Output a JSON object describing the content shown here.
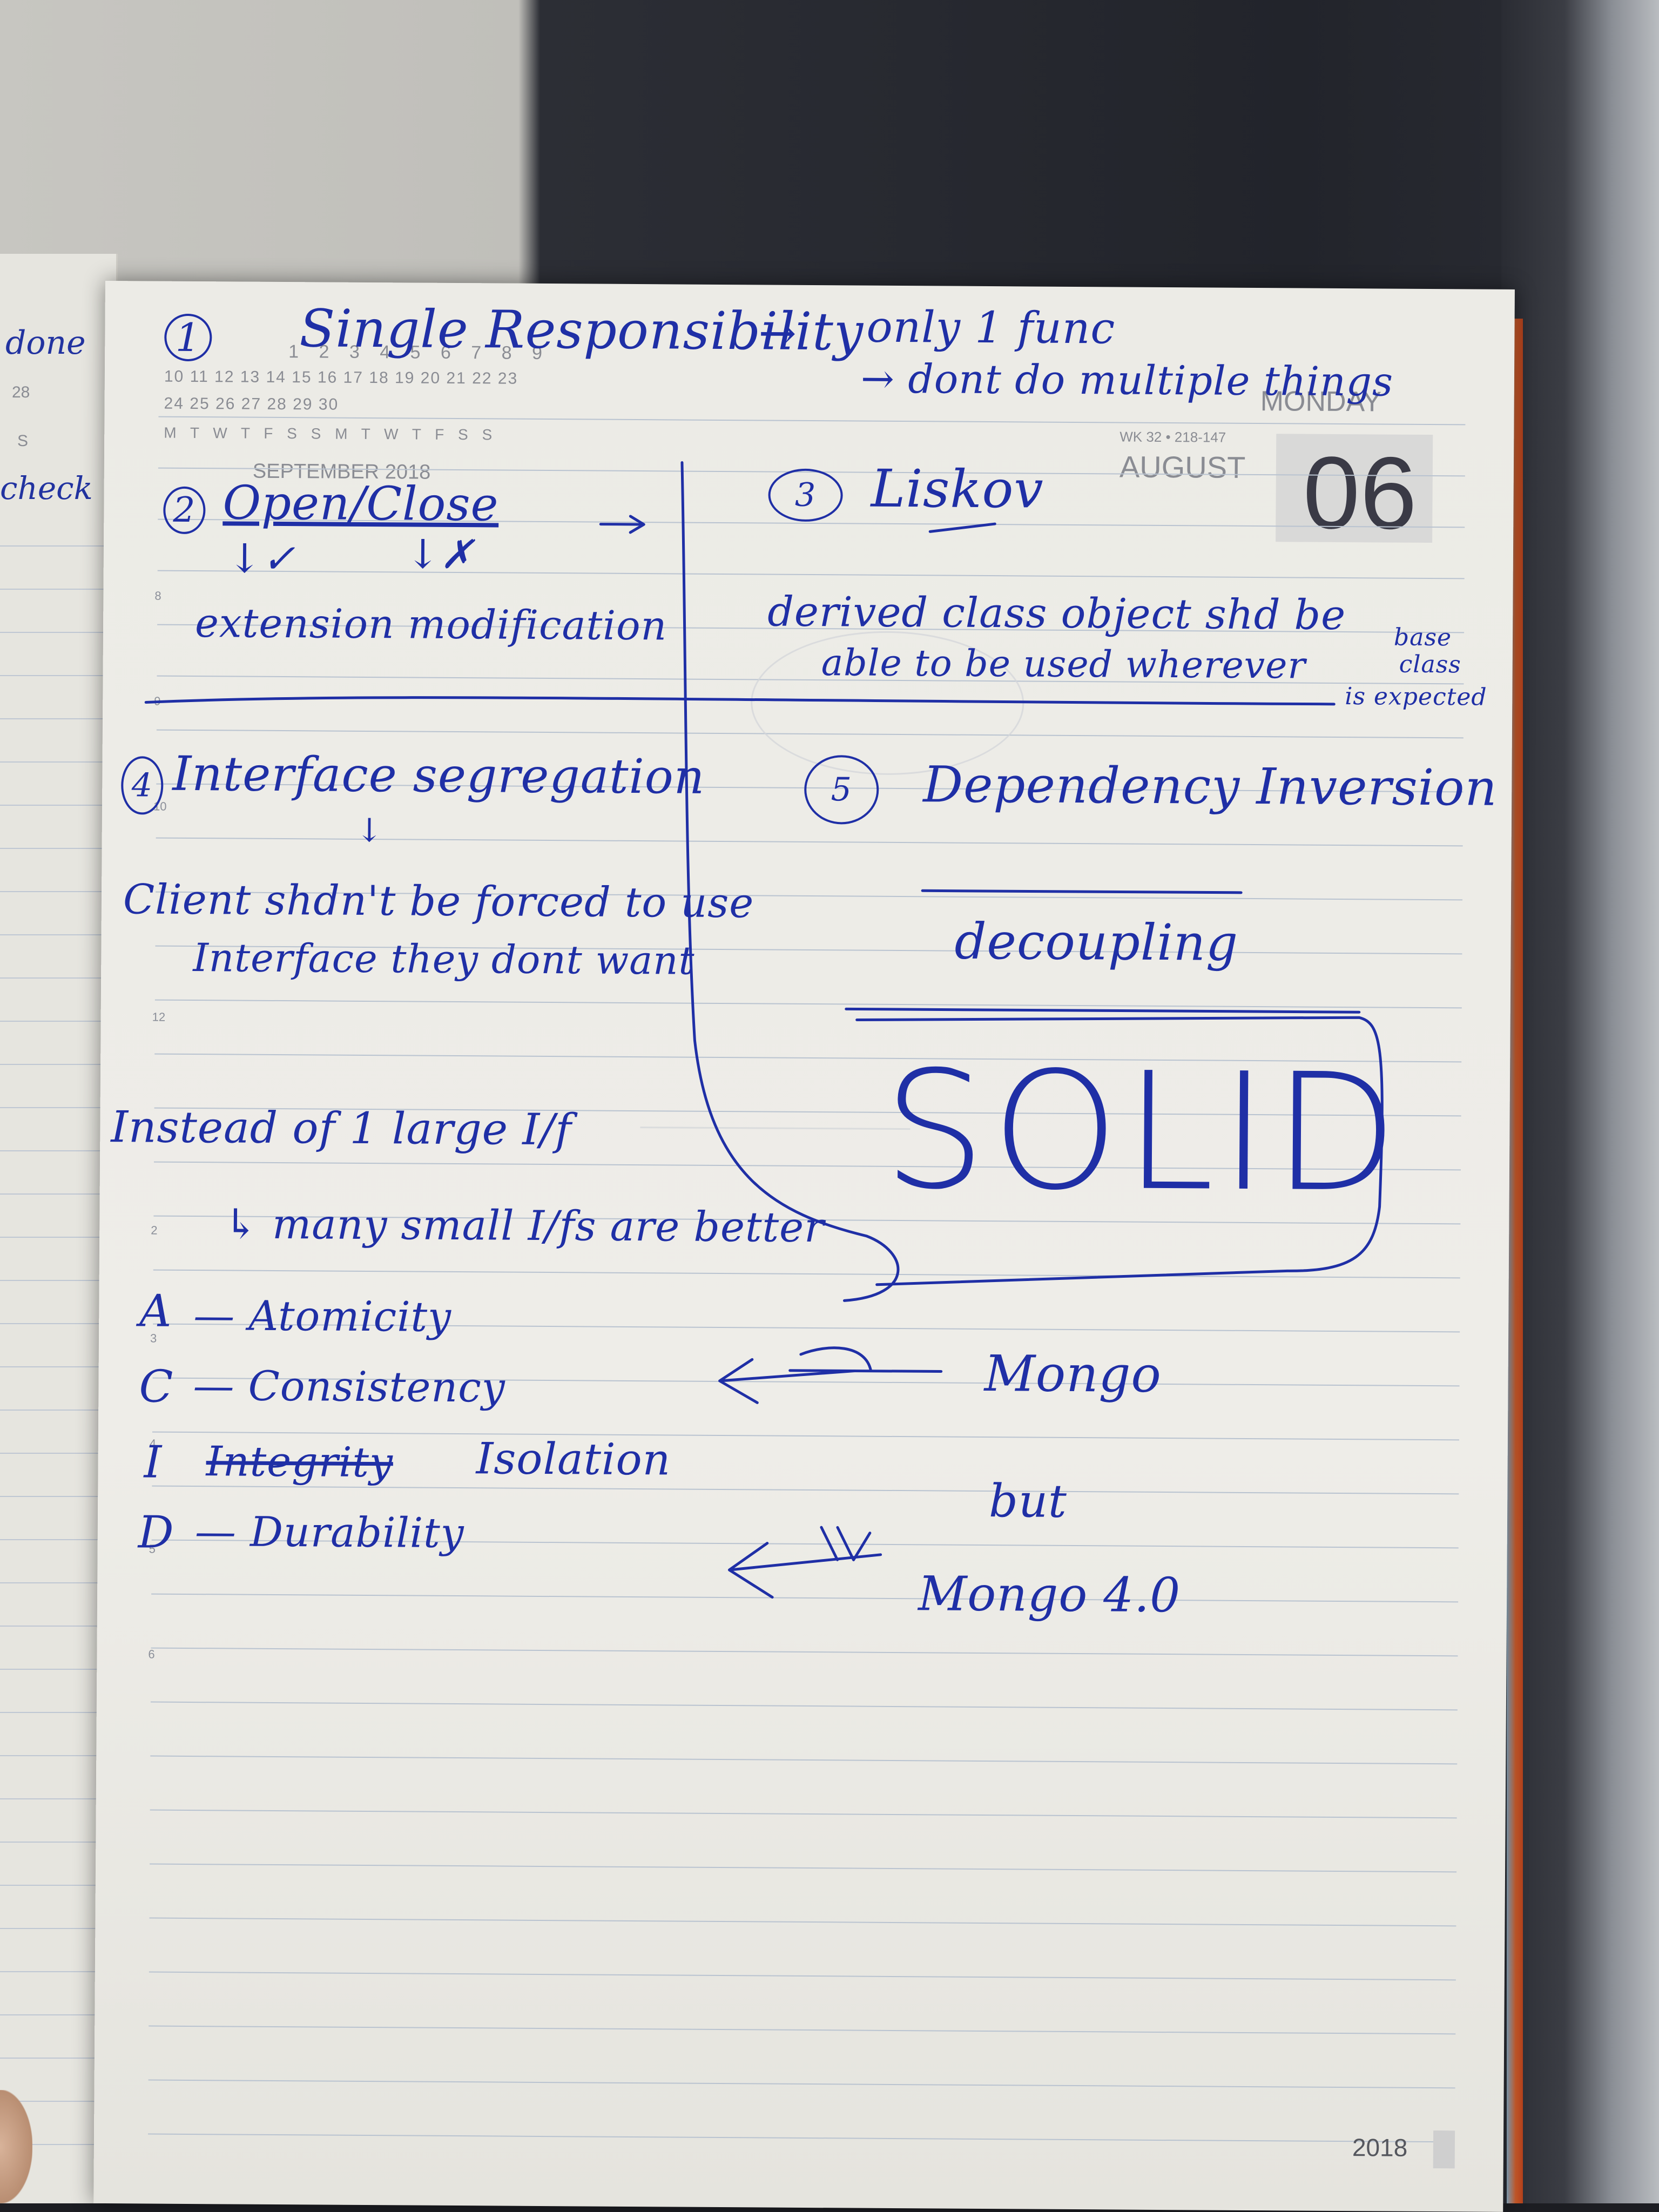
{
  "printed": {
    "calendar_month": "SEPTEMBER 2018",
    "calendar_rows": [
      "1  2  3  4  5  6  7  8  9",
      "10 11 12 13 14 15 16 17 18 19 20 21 22 23",
      "24 25 26 27 28 29 30",
      "M T W T F S S M T W T F S S"
    ],
    "weekday": "MONDAY",
    "week_info": "WK 32 • 218-147",
    "month": "AUGUST",
    "day": "06",
    "year": "2018",
    "hour_marks": [
      "8",
      "9",
      "10",
      "12",
      "2",
      "3",
      "4",
      "5",
      "6"
    ]
  },
  "left_page": {
    "words": [
      "done",
      "28",
      "S",
      "check"
    ]
  },
  "notes": {
    "single": {
      "num": "1",
      "title": "Single Responsibility",
      "arrow": "→",
      "line1": "only 1 func",
      "line2": "→ dont do multiple things"
    },
    "open_close": {
      "num": "2",
      "title": "Open/Close",
      "sub1": "↓✓",
      "sub2": "↓✗",
      "desc": "extension modification"
    },
    "liskov": {
      "num": "3",
      "title": "Liskov",
      "line1": "derived class object shd be",
      "line2": "able to be used wherever",
      "side1": "base",
      "side2": "class",
      "side3": "is expected"
    },
    "interface": {
      "num": "4",
      "title": "Interface segregation",
      "down": "↓",
      "line1": "Client shdn't be forced to use",
      "line2": "Interface they dont want"
    },
    "dependency": {
      "num": "5",
      "title": "Dependency Inversion",
      "sub": "decoupling"
    },
    "instead": {
      "line1": "Instead of 1 large I/f",
      "line2": "↳ many small I/fs are better"
    },
    "solid": "SOLID",
    "acid": [
      {
        "letter": "A",
        "word": "— Atomicity"
      },
      {
        "letter": "C",
        "word": "— Consistency"
      },
      {
        "letter": "I",
        "strike": "Integrity",
        "word": "Isolation"
      },
      {
        "letter": "D",
        "word": "— Durability"
      }
    ],
    "mongo": {
      "line1": "Mongo",
      "but": "but",
      "line2": "Mongo 4.0"
    }
  }
}
